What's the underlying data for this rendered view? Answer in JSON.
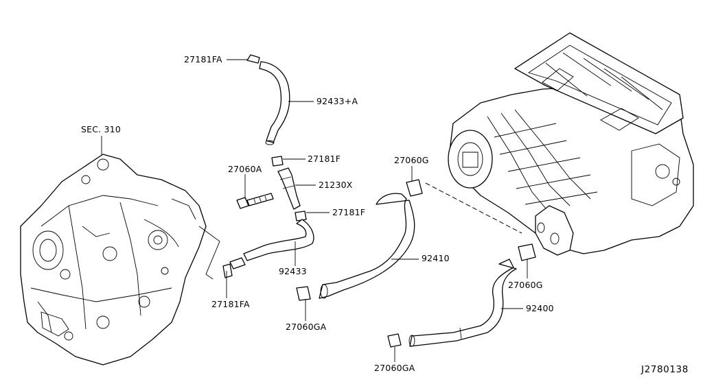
{
  "diagram": {
    "drawing_code": "J2780138",
    "section_ref": "SEC. 310",
    "labels": {
      "clamp_top": "27181FA",
      "hose_upper": "92433+A",
      "clamp_f_upper": "27181F",
      "bolt": "27060A",
      "valve": "21230X",
      "clamp_f_lower": "27181F",
      "clamp_g_upper": "27060G",
      "hose_lower_left": "92433",
      "hose_92410": "92410",
      "clamp_fa_lower": "27181FA",
      "clamp_ga_mid": "27060GA",
      "clamp_g_lower": "27060G",
      "hose_92400": "92400",
      "clamp_ga_bottom": "27060GA"
    }
  }
}
